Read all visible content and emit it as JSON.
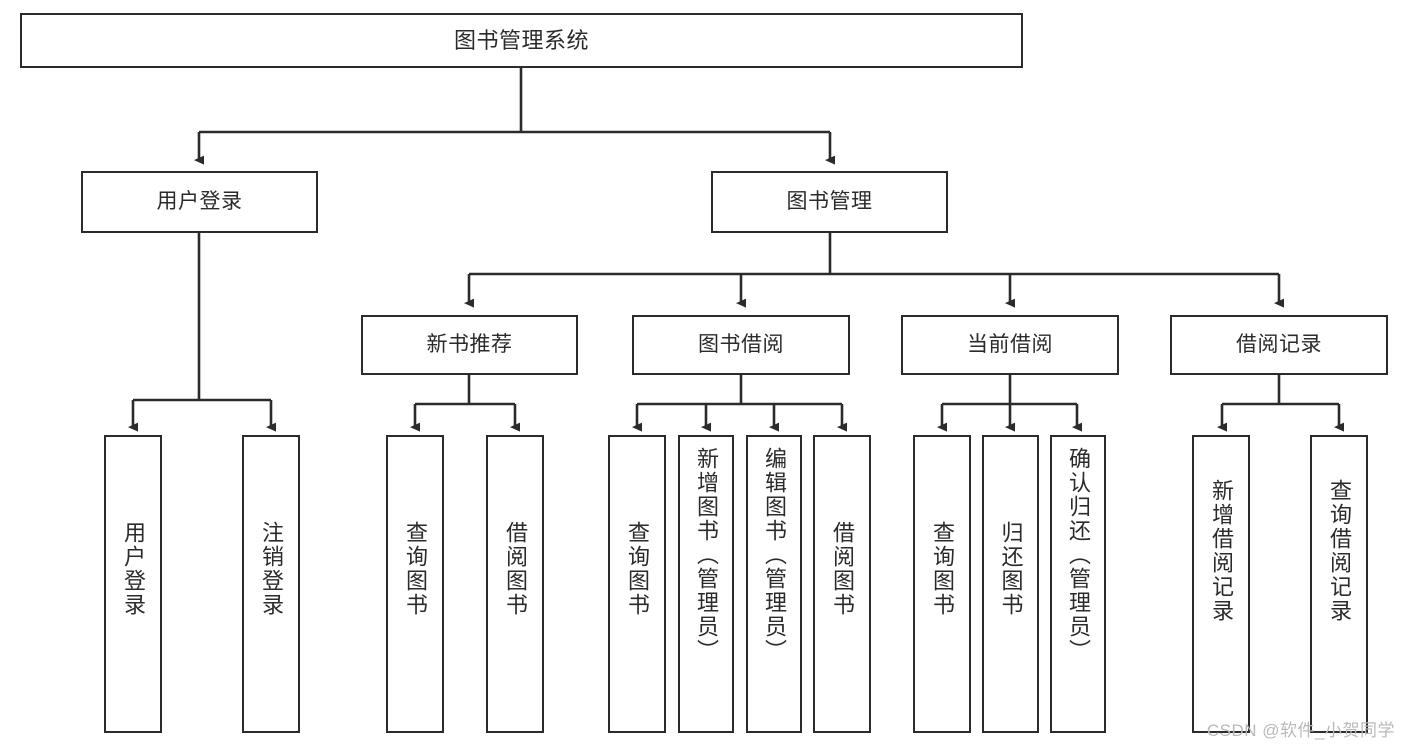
{
  "diagram": {
    "title": "图书管理系统",
    "root": {
      "label": "图书管理系统"
    },
    "level2": [
      {
        "label": "用户登录"
      },
      {
        "label": "图书管理"
      }
    ],
    "level3": [
      {
        "label": "新书推荐"
      },
      {
        "label": "图书借阅"
      },
      {
        "label": "当前借阅"
      },
      {
        "label": "借阅记录"
      }
    ],
    "leaves": {
      "user_login": [
        {
          "label": "用户登录"
        },
        {
          "label": "注销登录"
        }
      ],
      "new_book": [
        {
          "label": "查询图书"
        },
        {
          "label": "借阅图书"
        }
      ],
      "book_borrow": [
        {
          "label": "查询图书"
        },
        {
          "label": "新增图书（管理员）"
        },
        {
          "label": "编辑图书（管理员）"
        },
        {
          "label": "借阅图书"
        }
      ],
      "current_borrow": [
        {
          "label": "查询图书"
        },
        {
          "label": "归还图书"
        },
        {
          "label": "确认归还（管理员）"
        }
      ],
      "borrow_record": [
        {
          "label": "新增借阅记录"
        },
        {
          "label": "查询借阅记录"
        }
      ]
    }
  },
  "watermark": {
    "text": "CSDN @软件_小贺同学"
  },
  "colors": {
    "stroke": "#2b2b2b",
    "fill": "#ffffff",
    "text": "#2b2b2b",
    "watermark": "#b9b9b9"
  }
}
